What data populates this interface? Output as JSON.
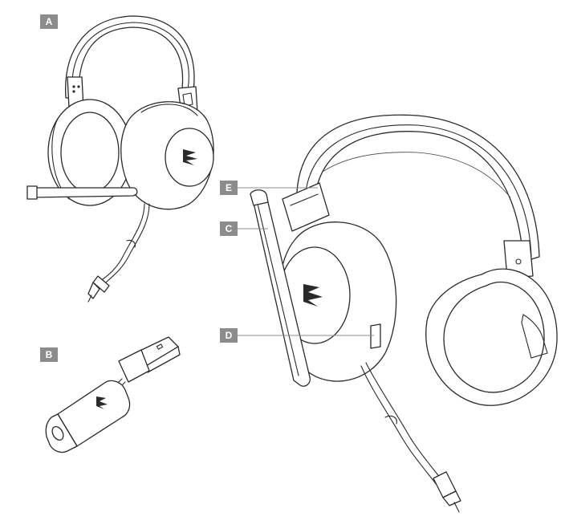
{
  "labels": {
    "a": "A",
    "b": "B",
    "c": "C",
    "d": "D",
    "e": "E"
  },
  "colors": {
    "badge": "#8c8c8c",
    "line": "#2a2a2a",
    "background": "#ffffff"
  },
  "icons": [
    "headset",
    "usb-adapter",
    "brand-logo",
    "microphone-boom",
    "audio-jack"
  ]
}
